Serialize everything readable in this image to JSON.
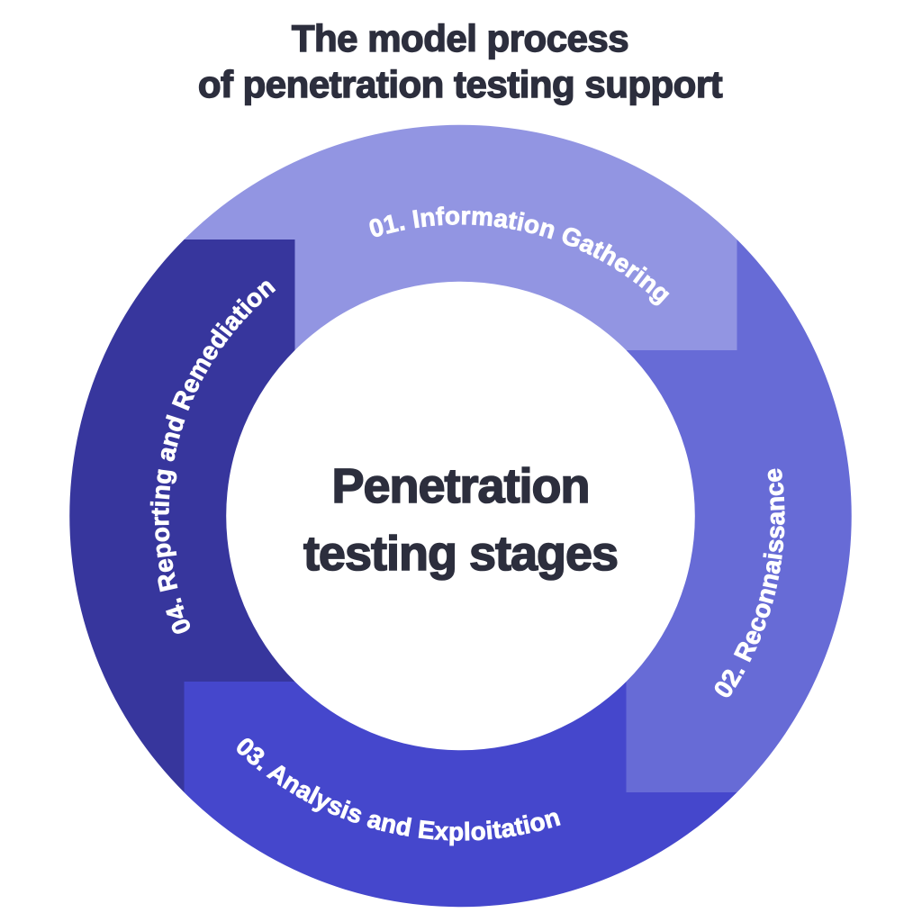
{
  "title": {
    "line1": "The model process",
    "line2": "of penetration testing support"
  },
  "center_label": {
    "line1": "Penetration",
    "line2": "testing stages"
  },
  "colors": {
    "background": "#ffffff",
    "heading_text": "#2c2e3d",
    "label_text": "#ffffff"
  },
  "diagram": {
    "type": "cycle",
    "stages": [
      {
        "number": "01",
        "label": "01. Information Gathering",
        "color": "#9295e2",
        "position": "top"
      },
      {
        "number": "02",
        "label": "02. Reconnaissance",
        "color": "#676bd6",
        "position": "right"
      },
      {
        "number": "03",
        "label": "03. Analysis and Exploitation",
        "color": "#4547cc",
        "position": "bottom"
      },
      {
        "number": "04",
        "label": "04. Reporting and Remediation",
        "color": "#37369d",
        "position": "left"
      }
    ]
  }
}
